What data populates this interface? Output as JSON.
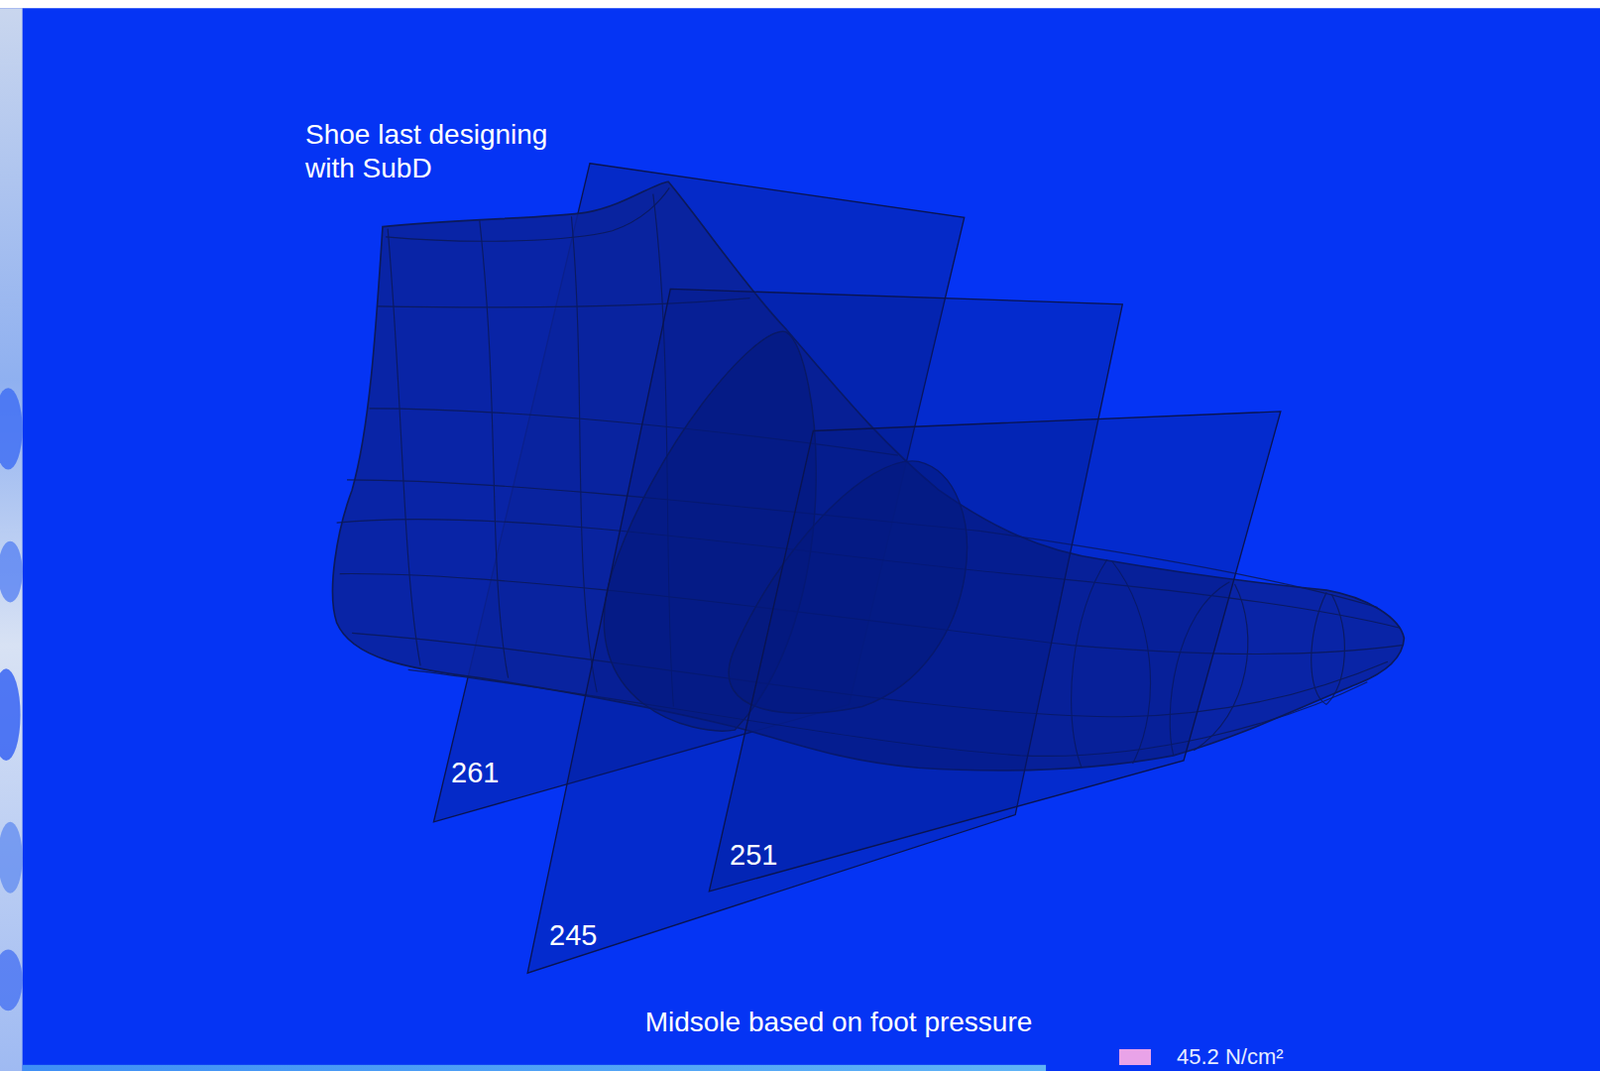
{
  "diagram": {
    "labels": [
      "Shoe last designing with SubD",
      "261",
      "251",
      "245",
      "Midsole based on foot pressure"
    ],
    "legend": [
      {
        "text": "45.2 N/cm²",
        "color": "#e9a3e8"
      }
    ]
  }
}
